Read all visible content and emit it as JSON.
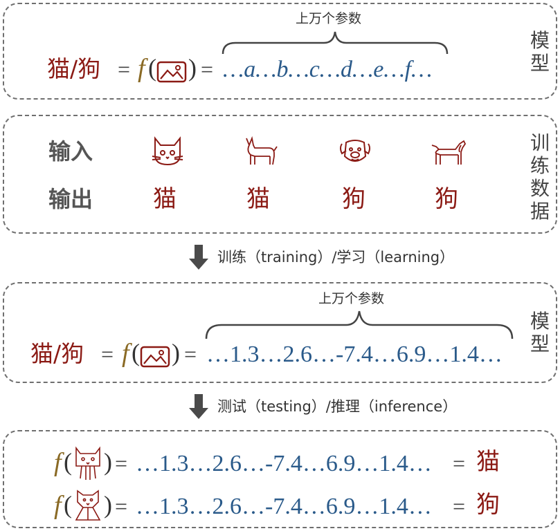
{
  "model_section_1": {
    "side_label": "模型",
    "brace_label": "上万个参数",
    "lhs": "猫/狗",
    "equals": "=",
    "func": "f",
    "params": "…a…b…c…d…e…f…"
  },
  "training_data": {
    "side_label": "训练数据",
    "input_label": "输入",
    "output_label": "输出",
    "outputs": [
      "猫",
      "猫",
      "狗",
      "狗"
    ],
    "icons": [
      "cat-face-icon",
      "corgi-icon",
      "dog-face-icon",
      "spaniel-icon"
    ]
  },
  "arrow_1": {
    "label": "训练（training）/学习（learning）"
  },
  "model_section_2": {
    "side_label": "模型",
    "brace_label": "上万个参数",
    "lhs": "猫/狗",
    "equals": "=",
    "func": "f",
    "params": "…1.3…2.6…-7.4…6.9…1.4…"
  },
  "arrow_2": {
    "label": "测试（testing）/推理（inference）"
  },
  "testing": {
    "rows": [
      {
        "func": "f",
        "equals": "=",
        "params": "…1.3…2.6…-7.4…6.9…1.4…",
        "equals2": "=",
        "result": "猫",
        "icon": "cat-sketch-icon"
      },
      {
        "func": "f",
        "equals": "=",
        "params": "…1.3…2.6…-7.4…6.9…1.4…",
        "equals2": "=",
        "result": "狗",
        "icon": "dog-sketch-icon"
      }
    ]
  },
  "colors": {
    "label_red": "#8b1a14",
    "param_blue": "#2a5a8a",
    "func_gold": "#8a6a25",
    "border_gray": "#6f6f6f"
  }
}
